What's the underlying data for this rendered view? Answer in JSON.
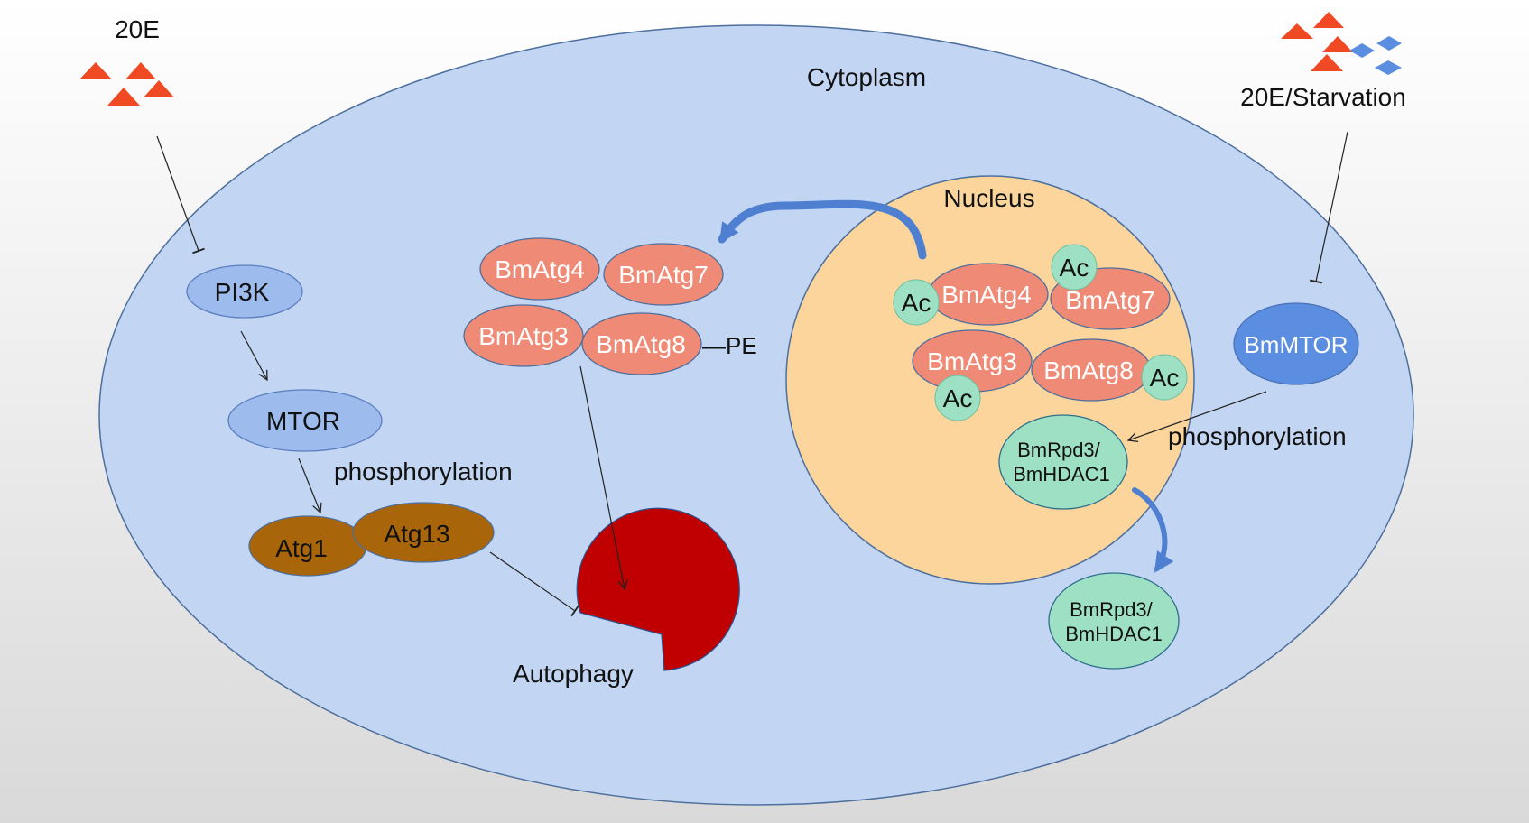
{
  "labels": {
    "stimulus_left": "20E",
    "stimulus_right": "20E/Starvation",
    "cytoplasm": "Cytoplasm",
    "nucleus": "Nucleus",
    "pi3k": "PI3K",
    "mtor": "MTOR",
    "phosphorylation_left": "phosphorylation",
    "atg1": "Atg1",
    "atg13": "Atg13",
    "autophagy": "Autophagy",
    "pe": "—PE",
    "bmmtor": "BmMTOR",
    "phosphorylation_right": "phosphorylation",
    "ac": "Ac"
  },
  "cytoplasm_proteins": [
    "BmAtg4",
    "BmAtg7",
    "BmAtg3",
    "BmAtg8"
  ],
  "nucleus_proteins": [
    "BmAtg4",
    "BmAtg7",
    "BmAtg3",
    "BmAtg8"
  ],
  "hdac": {
    "line1": "BmRpd3/",
    "line2": "BmHDAC1"
  },
  "colors": {
    "cytoplasm_fill": "#c2d5f2",
    "nucleus_fill": "#fbd59b",
    "pathway_node": "#9dbbed",
    "bmmtor_node": "#5b8ee0",
    "atg_brown": "#a9650a",
    "atg_salmon": "#ef8a76",
    "acetyl_green": "#9ee0c4",
    "autophagy_red": "#c00000",
    "stimulus_orange": "#ef4a23",
    "stimulus_blue": "#5b8ee0",
    "arrow_blue": "#4e7fd0"
  }
}
